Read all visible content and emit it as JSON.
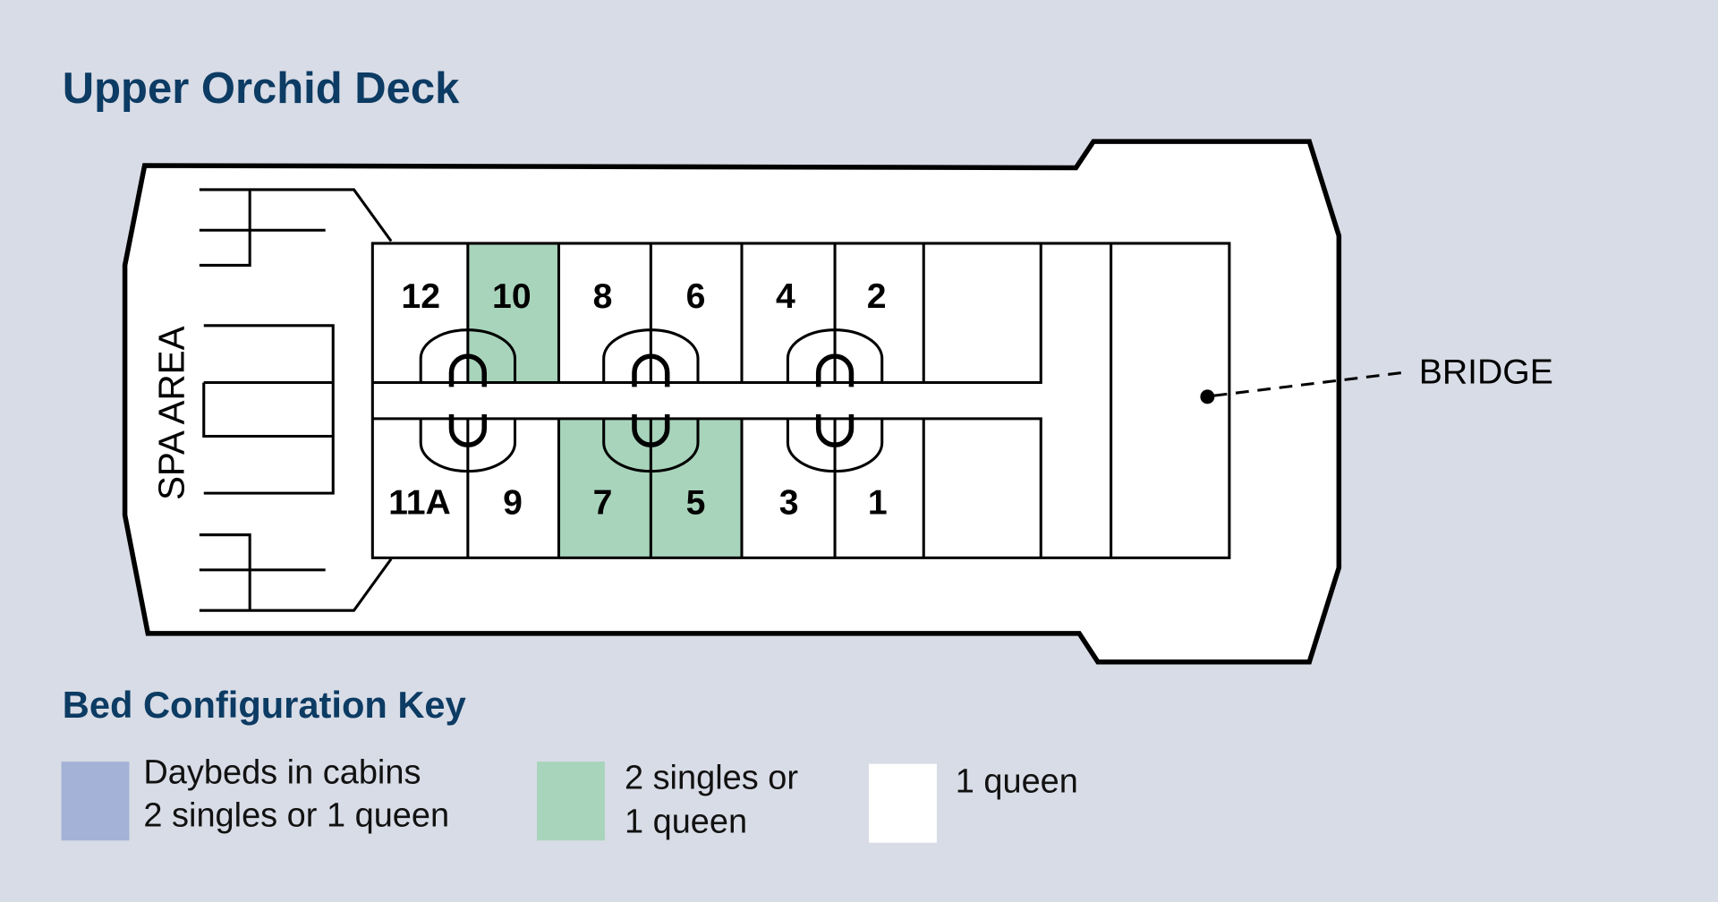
{
  "title": "Upper Orchid Deck",
  "spa_label": "SPA AREA",
  "bridge_label": "BRIDGE",
  "cabins_top": [
    {
      "id": "12",
      "config": "queen"
    },
    {
      "id": "10",
      "config": "singles"
    },
    {
      "id": "8",
      "config": "queen"
    },
    {
      "id": "6",
      "config": "queen"
    },
    {
      "id": "4",
      "config": "queen"
    },
    {
      "id": "2",
      "config": "queen"
    }
  ],
  "cabins_bottom": [
    {
      "id": "11A",
      "config": "queen"
    },
    {
      "id": "9",
      "config": "queen"
    },
    {
      "id": "7",
      "config": "singles"
    },
    {
      "id": "5",
      "config": "singles"
    },
    {
      "id": "3",
      "config": "queen"
    },
    {
      "id": "1",
      "config": "queen"
    }
  ],
  "key": {
    "title": "Bed Configuration Key",
    "items": [
      {
        "line1": "Daybeds in cabins",
        "line2": "2 singles or 1 queen",
        "color": "#a3b2d6"
      },
      {
        "line1": "2 singles or",
        "line2": "1 queen",
        "color": "#a8d4bb"
      },
      {
        "line1": "1 queen",
        "line2": "",
        "color": "#ffffff"
      }
    ]
  },
  "colors": {
    "background": "#d8dce6",
    "title": "#0c3b63",
    "singles": "#a8d4bb",
    "queen": "#ffffff",
    "daybeds": "#a3b2d6"
  }
}
